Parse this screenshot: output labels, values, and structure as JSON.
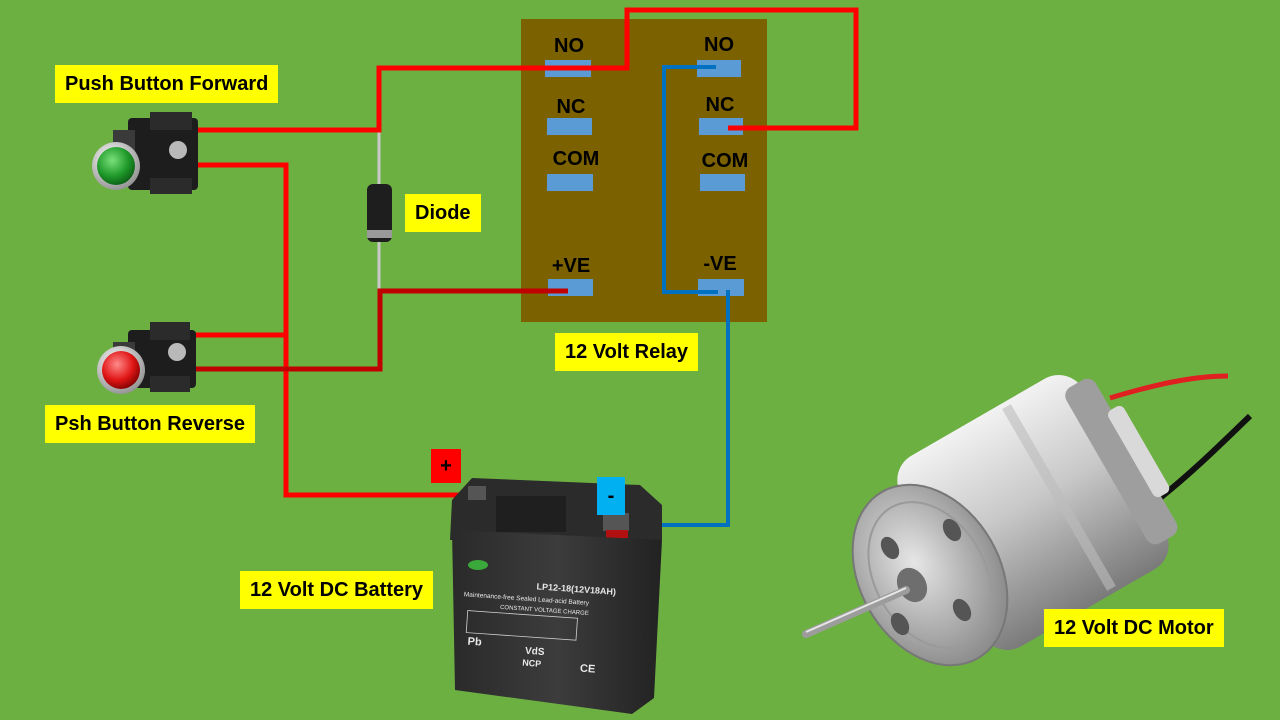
{
  "labels": {
    "push_button_forward": "Push Button Forward",
    "push_button_reverse": "Psh Button Reverse",
    "diode": "Diode",
    "relay": "12 Volt Relay",
    "battery": "12 Volt DC Battery",
    "motor": "12 Volt DC Motor"
  },
  "relay": {
    "left_terminals": [
      "NO",
      "NC",
      "COM",
      "+VE"
    ],
    "right_terminals": [
      "NO",
      "NC",
      "COM",
      "-VE"
    ]
  },
  "battery": {
    "plus_sign": "+",
    "minus_sign": "-",
    "model": "LP12-18(12V18AH)",
    "line1": "Maintenance-free Sealed Lead-acid Battery",
    "line2": "CONSTANT VOLTAGE CHARGE",
    "marks": [
      "Pb",
      "VdS",
      "NCP",
      "CE"
    ]
  },
  "colors": {
    "background": "#6db042",
    "label_bg": "#ffff00",
    "relay_body": "#7b6100",
    "terminal": "#5b9bd5",
    "wire_red": "#ff0000",
    "wire_dark_red": "#c00000",
    "wire_blue": "#0070c0",
    "plus_badge": "#ff0000",
    "minus_badge": "#00b0f0"
  },
  "icons": {
    "forward_button": "green-push-button-icon",
    "reverse_button": "red-push-button-icon",
    "diode": "diode-icon",
    "battery": "battery-icon",
    "motor": "dc-motor-icon"
  }
}
